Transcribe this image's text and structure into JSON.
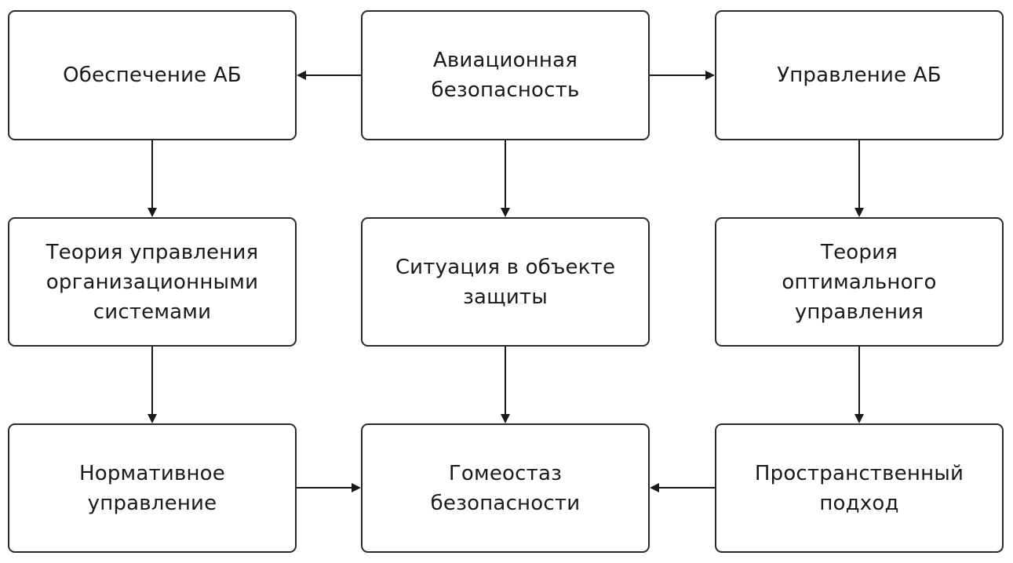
{
  "diagram": {
    "nodes": {
      "obespechenie_ab": "Обеспечение АБ",
      "aviatsionnaya_bezopasnost": "Авиационная\nбезопасность",
      "upravlenie_ab": "Управление АБ",
      "teoriya_upravleniya_org": "Теория управления\nорганизационными\nсистемами",
      "situatsiya_v_obekte": "Ситуация в объекте\nзащиты",
      "teoriya_optimalnogo": "Теория\nоптимального\nуправления",
      "normativnoe_upravlenie": "Нормативное\nуправление",
      "gomeostaz_bezopasnosti": "Гомеостаз\nбезопасности",
      "prostranstvenny_podkhod": "Пространственный\nподход"
    },
    "colors": {
      "border": "#2b2b2b",
      "text": "#1a1a1a",
      "arrow": "#1a1a1a",
      "background": "#ffffff"
    }
  }
}
